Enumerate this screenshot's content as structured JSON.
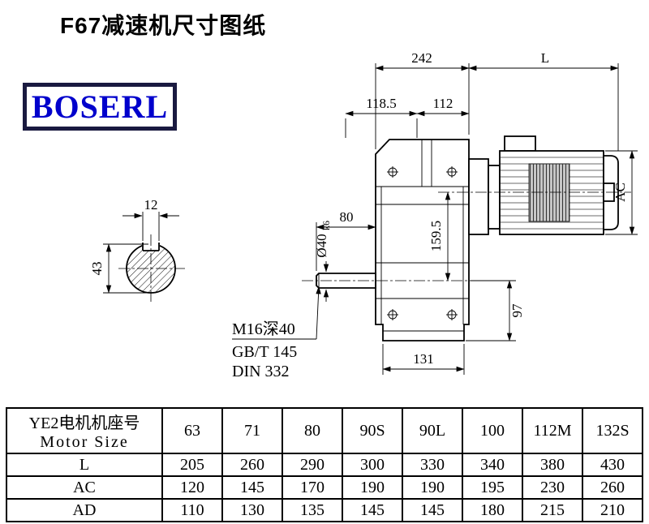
{
  "page": {
    "title": "F67减速机尺寸图纸"
  },
  "logo": {
    "text": "BOSERL",
    "text_color": "#0000CC",
    "border_color": "#1A1A40"
  },
  "drawing": {
    "dim_overall_width": "242",
    "dim_motor_length": "L",
    "dim_118_5": "118.5",
    "dim_112": "112",
    "dim_motor_diameter": "AC",
    "dim_shaft_length": "80",
    "dim_shaft_diameter": "Ø40",
    "dim_shaft_tolerance": "k6",
    "dim_159_5": "159.5",
    "dim_97": "97",
    "dim_131": "131",
    "dim_key_width": "12",
    "dim_key_height": "43",
    "thread_note": "M16深40",
    "standard_note1": "GB/T 145",
    "standard_note2": "DIN 332"
  },
  "table": {
    "header": {
      "label_line1": "YE2电机机座号",
      "label_line2": "Motor Size",
      "sizes": [
        "63",
        "71",
        "80",
        "90S",
        "90L",
        "100",
        "112M",
        "132S"
      ]
    },
    "rows": [
      {
        "label": "L",
        "values": [
          "205",
          "260",
          "290",
          "300",
          "330",
          "340",
          "380",
          "430"
        ]
      },
      {
        "label": "AC",
        "values": [
          "120",
          "145",
          "170",
          "190",
          "190",
          "195",
          "230",
          "260"
        ]
      },
      {
        "label": "AD",
        "values": [
          "110",
          "130",
          "135",
          "145",
          "145",
          "180",
          "215",
          "210"
        ]
      }
    ]
  }
}
